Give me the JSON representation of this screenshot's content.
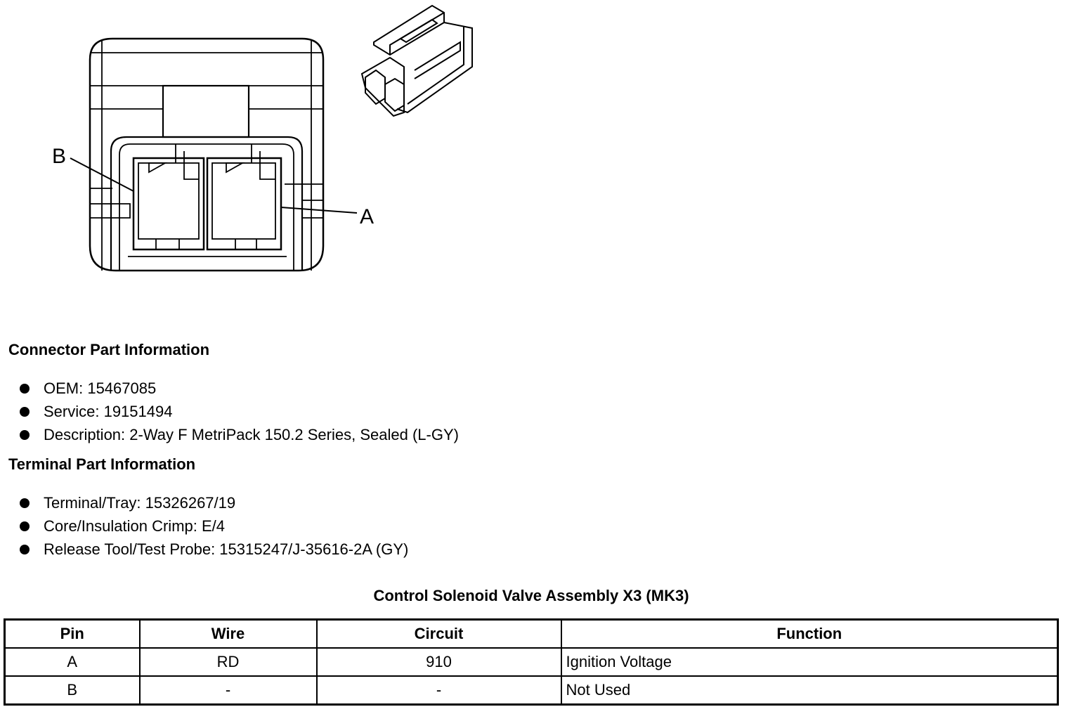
{
  "diagram": {
    "label_b": "B",
    "label_a": "A"
  },
  "connector_info": {
    "title": "Connector Part Information",
    "items": [
      "OEM: 15467085",
      "Service: 19151494",
      "Description: 2-Way F MetriPack 150.2 Series, Sealed (L-GY)"
    ]
  },
  "terminal_info": {
    "title": "Terminal Part Information",
    "items": [
      "Terminal/Tray: 15326267/19",
      "Core/Insulation Crimp: E/4",
      "Release Tool/Test Probe: 15315247/J-35616-2A (GY)"
    ]
  },
  "table": {
    "title": "Control Solenoid Valve Assembly X3 (MK3)",
    "headers": [
      "Pin",
      "Wire",
      "Circuit",
      "Function"
    ],
    "rows": [
      [
        "A",
        "RD",
        "910",
        "Ignition Voltage"
      ],
      [
        "B",
        "-",
        "-",
        "Not Used"
      ]
    ]
  }
}
